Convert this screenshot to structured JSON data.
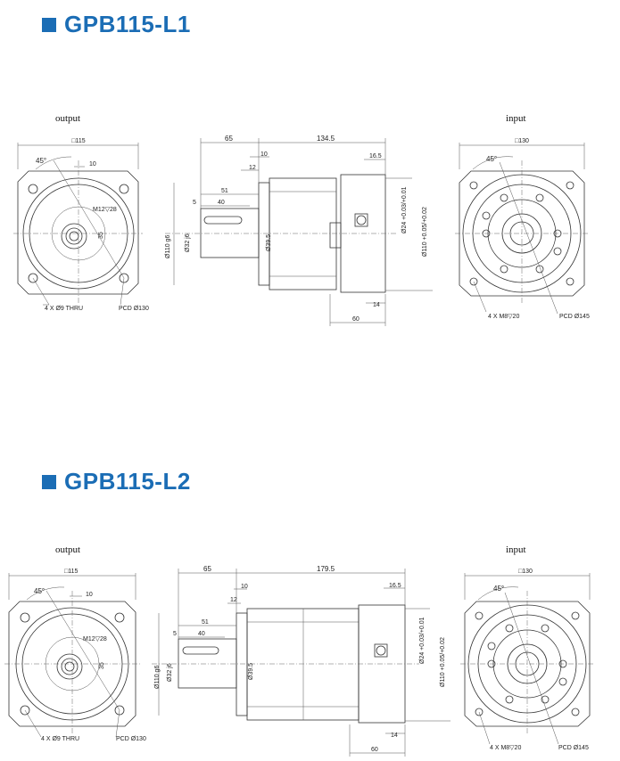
{
  "sections": [
    {
      "title": "GPB115-L1",
      "output_label": "output",
      "input_label": "input",
      "front": {
        "square": "□115",
        "angle": "45°",
        "key_offset": "10",
        "tap": "M12▽28",
        "center": "35",
        "holes": "4 X Ø9 THRU",
        "pcd": "PCD Ø130"
      },
      "side": {
        "d65": "65",
        "d_total": "134.5",
        "d10": "10",
        "d12": "12",
        "d51": "51",
        "d5": "5",
        "d40": "40",
        "d165": "16.5",
        "pilot": "Ø110 g6",
        "shaft": "Ø32 j6",
        "d395": "Ø39.5",
        "bore": "Ø24 +0.03/+0.01",
        "spigot": "Ø110 +0.05/+0.02",
        "d14": "14",
        "d60": "60"
      },
      "back": {
        "square": "□130",
        "angle": "45°",
        "holes": "4 X M8▽20",
        "pcd": "PCD Ø145"
      }
    },
    {
      "title": "GPB115-L2",
      "output_label": "output",
      "input_label": "input",
      "front": {
        "square": "□115",
        "angle": "45°",
        "key_offset": "10",
        "tap": "M12▽28",
        "center": "35",
        "holes": "4 X Ø9 THRU",
        "pcd": "PCD Ø130"
      },
      "side": {
        "d65": "65",
        "d_total": "179.5",
        "d10": "10",
        "d12": "12",
        "d51": "51",
        "d5": "5",
        "d40": "40",
        "d165": "16.5",
        "pilot": "Ø110 g6",
        "shaft": "Ø32 j6",
        "d395": "Ø39.5",
        "bore": "Ø24 +0.03/+0.01",
        "spigot": "Ø110 +0.05/+0.02",
        "d14": "14",
        "d60": "60"
      },
      "back": {
        "square": "□130",
        "angle": "45°",
        "holes": "4 X M8▽20",
        "pcd": "PCD Ø145"
      }
    }
  ]
}
